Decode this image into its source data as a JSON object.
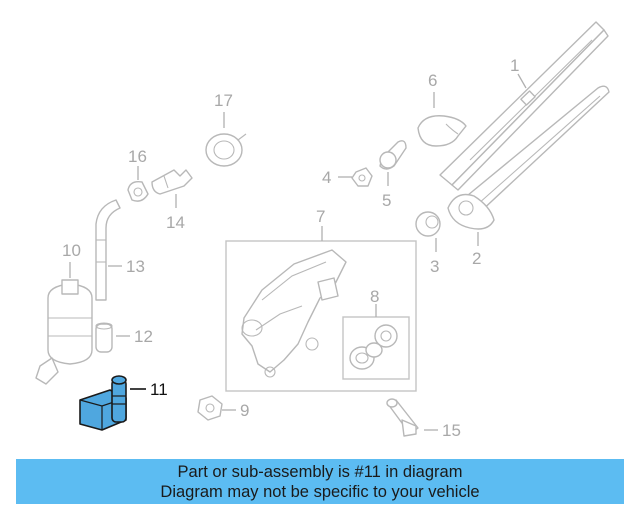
{
  "diagram": {
    "callouts": [
      "1",
      "2",
      "3",
      "4",
      "5",
      "6",
      "7",
      "8",
      "9",
      "10",
      "11",
      "12",
      "13",
      "14",
      "15",
      "16",
      "17"
    ],
    "highlighted_callout": "11",
    "colors": {
      "highlight_fill": "#4fa7df",
      "highlight_outline": "#1a1a1a",
      "line_art": "#b8b8b8",
      "callout_text": "#a8a8a8",
      "footer_background": "#5cbcf2"
    }
  },
  "footer": {
    "line1": "Part or sub-assembly is #11 in diagram",
    "line2": "Diagram may not be specific to your vehicle"
  }
}
